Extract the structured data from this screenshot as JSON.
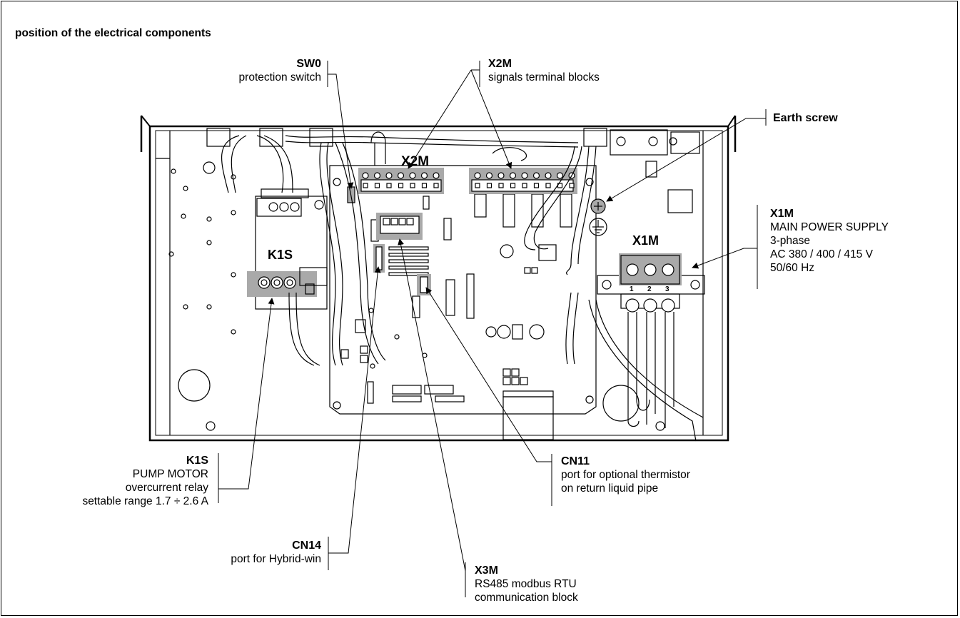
{
  "page": {
    "title": "position of the electrical components"
  },
  "callouts": {
    "sw0": {
      "code": "SW0",
      "lines": [
        "protection switch"
      ]
    },
    "x2m": {
      "code": "X2M",
      "lines": [
        "signals terminal blocks"
      ]
    },
    "earth": {
      "code": "Earth screw",
      "lines": []
    },
    "x1m": {
      "code": "X1M",
      "lines": [
        "MAIN POWER SUPPLY",
        "3-phase",
        "AC 380 / 400 / 415 V",
        "50/60 Hz"
      ]
    },
    "k1s": {
      "code": "K1S",
      "lines": [
        "PUMP MOTOR",
        "overcurrent relay",
        "settable range 1.7 ÷ 2.6 A"
      ]
    },
    "cn14": {
      "code": "CN14",
      "lines": [
        "port for Hybrid-win"
      ]
    },
    "x3m": {
      "code": "X3M",
      "lines": [
        "RS485 modbus RTU",
        "communication block"
      ]
    },
    "cn11": {
      "code": "CN11",
      "lines": [
        "port for optional thermistor",
        "on return liquid pipe"
      ]
    }
  },
  "board_labels": {
    "x2m": "X2M",
    "k1s": "K1S",
    "x1m": "X1M",
    "terminal_numbers": [
      "1",
      "2",
      "3"
    ]
  },
  "icons": {
    "earth_symbol": "earth-ground-icon",
    "screw": "screw-head-icon"
  },
  "colors": {
    "highlight": "#a9a9a9",
    "line": "#000000",
    "background": "#ffffff"
  }
}
